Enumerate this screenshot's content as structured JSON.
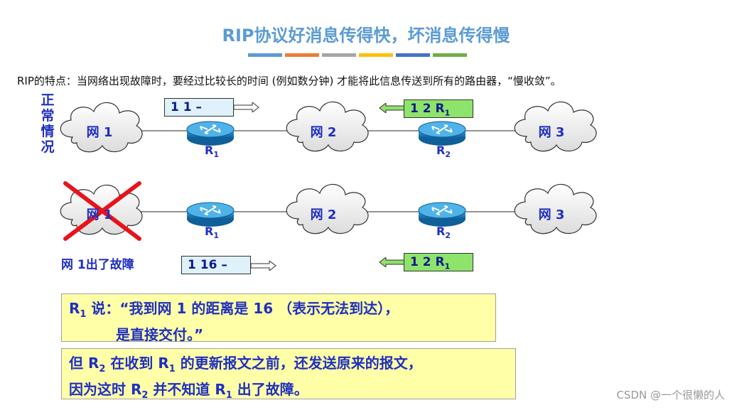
{
  "title": "RIP协议好消息传得快，坏消息传得慢",
  "stripes": [
    "#5b9bd5",
    "#ed7d31",
    "#a5a5a5",
    "#ffc000",
    "#4472c4",
    "#70ad47"
  ],
  "intro": "RIP的特点：当网络出现故障时，要经过比较长的时间 (例如数分钟) 才能将此信息传送到所有的路由器，“慢收敛”。",
  "normal_label": [
    "正",
    "常",
    "情",
    "况"
  ],
  "networks": {
    "net1": "网 1",
    "net2": "网 2",
    "net3": "网 3"
  },
  "routers": {
    "r1": "R",
    "r1_sub": "1",
    "r2": "R",
    "r2_sub": "2"
  },
  "top_row": {
    "packet_left": "1  1  –",
    "packet_right_prefix": "1  2  R",
    "packet_right_sub": "1"
  },
  "bottom_row": {
    "fail_text": "网 1出了故障",
    "packet_left": "1  16  –",
    "packet_right_prefix": "1  2  R",
    "packet_right_sub": "1"
  },
  "note1": {
    "prefix": "R",
    "sub": "1",
    "line1": " 说：“我到网 1 的距离是 16 （表示无法到达），",
    "line2": "是直接交付。”"
  },
  "note2": {
    "l1_a": "但 R",
    "l1_sub1": "2",
    "l1_b": " 在收到 R",
    "l1_sub2": "1",
    "l1_c": " 的更新报文之前，还发送原来的报文，",
    "l2_a": "因为这时  R",
    "l2_sub1": "2",
    "l2_b": " 并不知道  R",
    "l2_sub2": "1",
    "l2_c": " 出了故障。"
  },
  "watermark": "CSDN @一个很懒的人",
  "colors": {
    "title": "#5b9bd5",
    "label_blue": "#1f2fbf",
    "packet_blue": "#dff1fa",
    "packet_green": "#8ee36a",
    "note_yellow": "#ffffa8",
    "cross_red": "#e8131b",
    "router_blue": "#1a7fc1"
  }
}
